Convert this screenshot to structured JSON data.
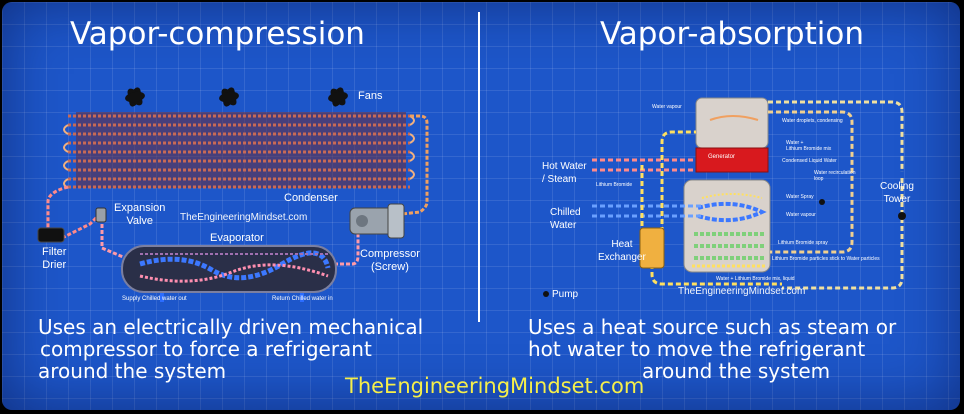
{
  "left": {
    "title": "Vapor-compression",
    "labels": {
      "fans": "Fans",
      "condenser": "Condenser",
      "expansion_valve": "Expansion\nValve",
      "filter_drier": "Filter\nDrier",
      "evaporator": "Evaporator",
      "compressor": "Compressor\n(Screw)",
      "supply": "Supply Chilled water out",
      "return": "Return Chilled water in"
    },
    "watermark": "TheEngineeringMindset.com",
    "description": [
      "Uses an electrically driven mechanical",
      "compressor to force a refrigerant",
      "around the system"
    ]
  },
  "right": {
    "title": "Vapor-absorption",
    "labels": {
      "hot_water": "Hot Water\n/ Steam",
      "chilled_water": "Chilled\nWater",
      "heat_exchanger": "Heat\nExchanger",
      "cooling_tower": "Cooling\nTower",
      "pump": "Pump",
      "generator": "Generator",
      "water_vapour": "Water vapour",
      "water_droplets": "Water droplets, condensing",
      "water_libr_mix": "Water +\nLithium Bromide mix",
      "lithium_bromide": "Lithium Bromide",
      "condensed_liquid": "Condensed Liquid Water",
      "water_recirc": "Water recirculation\nloop",
      "water_spray": "Water Spray",
      "water_vapour2": "Water vapour",
      "libr_spray": "Lithium Bromide spray",
      "libr_particles": "Lithium Bromide particles stick to Water particles",
      "libr_liquid": "Water + Lithium Bromide mix, liquid"
    },
    "watermark": "TheEngineeringMindset.com",
    "description": [
      "Uses a heat source such as steam or",
      "hot water to move the refrigerant",
      "around the system"
    ]
  },
  "footer": "TheEngineeringMindset.com",
  "colors": {
    "background": "#1d56c9",
    "hot_pipe": "#f0a060",
    "cold_pipe": "#2b6cff",
    "liquid_pipe": "#ff8a8a",
    "footer_text": "#f6ef4a",
    "generator": "#d8191e"
  }
}
